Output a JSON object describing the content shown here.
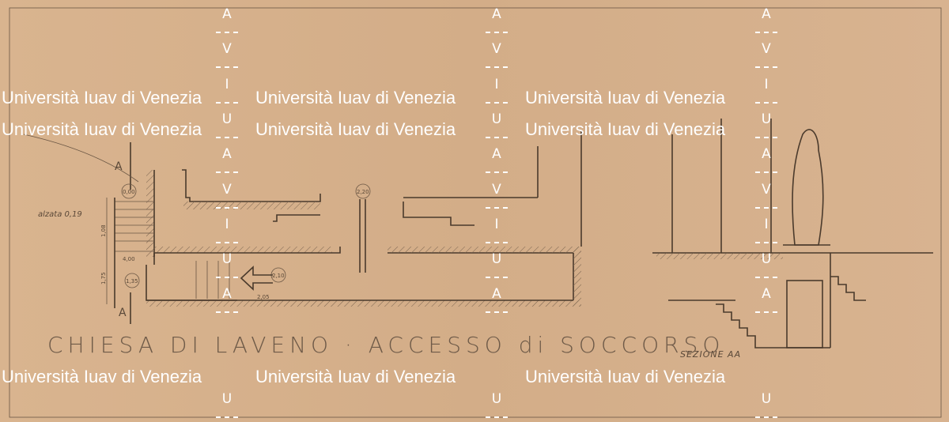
{
  "drawing": {
    "title": "CHIESA DI LAVENO · ACCESSO di SOCCORSO",
    "subtitle": "SEZIONE AA",
    "section_marker_top": "A",
    "section_marker_bottom": "A",
    "riser_note": "alzata 0,19",
    "level_top": "0,00",
    "level_landing": "1,35",
    "level_mid": "2,20",
    "level_arrow": "2,10",
    "dim_width": "4,00",
    "dim_landing": "1,75",
    "dim_stair": "1,08",
    "dim_corridor": "2,05"
  },
  "watermark": {
    "text": "Università Iuav di Venezia",
    "letters": [
      "I",
      "U",
      "A",
      "V"
    ]
  }
}
